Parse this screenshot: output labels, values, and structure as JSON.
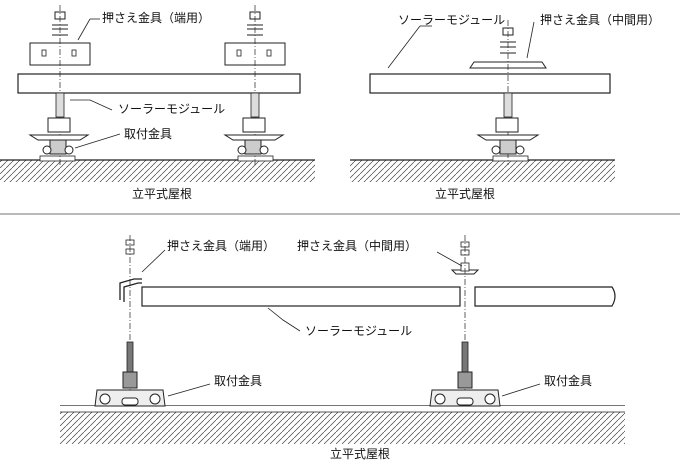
{
  "panel_top_left": {
    "clamp_end": "押さえ金具（端用）",
    "solar_module": "ソーラーモジュール",
    "mounting_bracket": "取付金具",
    "roof": "立平式屋根"
  },
  "panel_top_right": {
    "solar_module": "ソーラーモジュール",
    "clamp_middle": "押さえ金具（中間用）",
    "roof": "立平式屋根"
  },
  "panel_bottom": {
    "clamp_end": "押さえ金具（端用）",
    "clamp_middle": "押さえ金具（中間用）",
    "solar_module": "ソーラーモジュール",
    "mounting_bracket_left": "取付金具",
    "mounting_bracket_right": "取付金具",
    "roof": "立平式屋根"
  }
}
